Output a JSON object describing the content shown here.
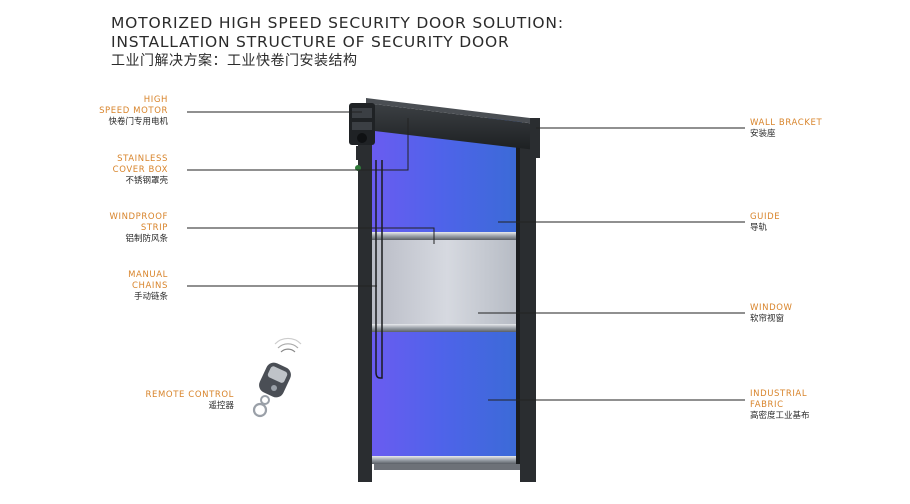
{
  "title": {
    "line1": "MOTORIZED HIGH SPEED SECURITY DOOR SOLUTION:",
    "line2": "INSTALLATION STRUCTURE OF SECURITY DOOR",
    "line3": "工业门解决方案：工业快卷门安装结构"
  },
  "labels": {
    "motor": {
      "en1": "HIGH",
      "en2": "SPEED MOTOR",
      "zh": "快卷门专用电机"
    },
    "cover": {
      "en1": "STAINLESS",
      "en2": "COVER BOX",
      "zh": "不锈钢罩壳"
    },
    "strip": {
      "en1": "WINDPROOF",
      "en2": "STRIP",
      "zh": "铝制防风条"
    },
    "chains": {
      "en1": "MANUAL",
      "en2": "CHAINS",
      "zh": "手动链条"
    },
    "remote": {
      "en1": "REMOTE CONTROL",
      "zh": "遥控器"
    },
    "bracket": {
      "en1": "WALL BRACKET",
      "zh": "安装座"
    },
    "guide": {
      "en1": "GUIDE",
      "zh": "导轨"
    },
    "window": {
      "en1": "WINDOW",
      "zh": "软帘视窗"
    },
    "fabric": {
      "en1": "INDUSTRIAL",
      "en2": "FABRIC",
      "zh": "高密度工业基布"
    }
  },
  "colors": {
    "accent": "#d8842b",
    "fabric_blue": "#4a63e6",
    "window_gray": "#c4c8d0",
    "frame": "#2a2d30"
  }
}
